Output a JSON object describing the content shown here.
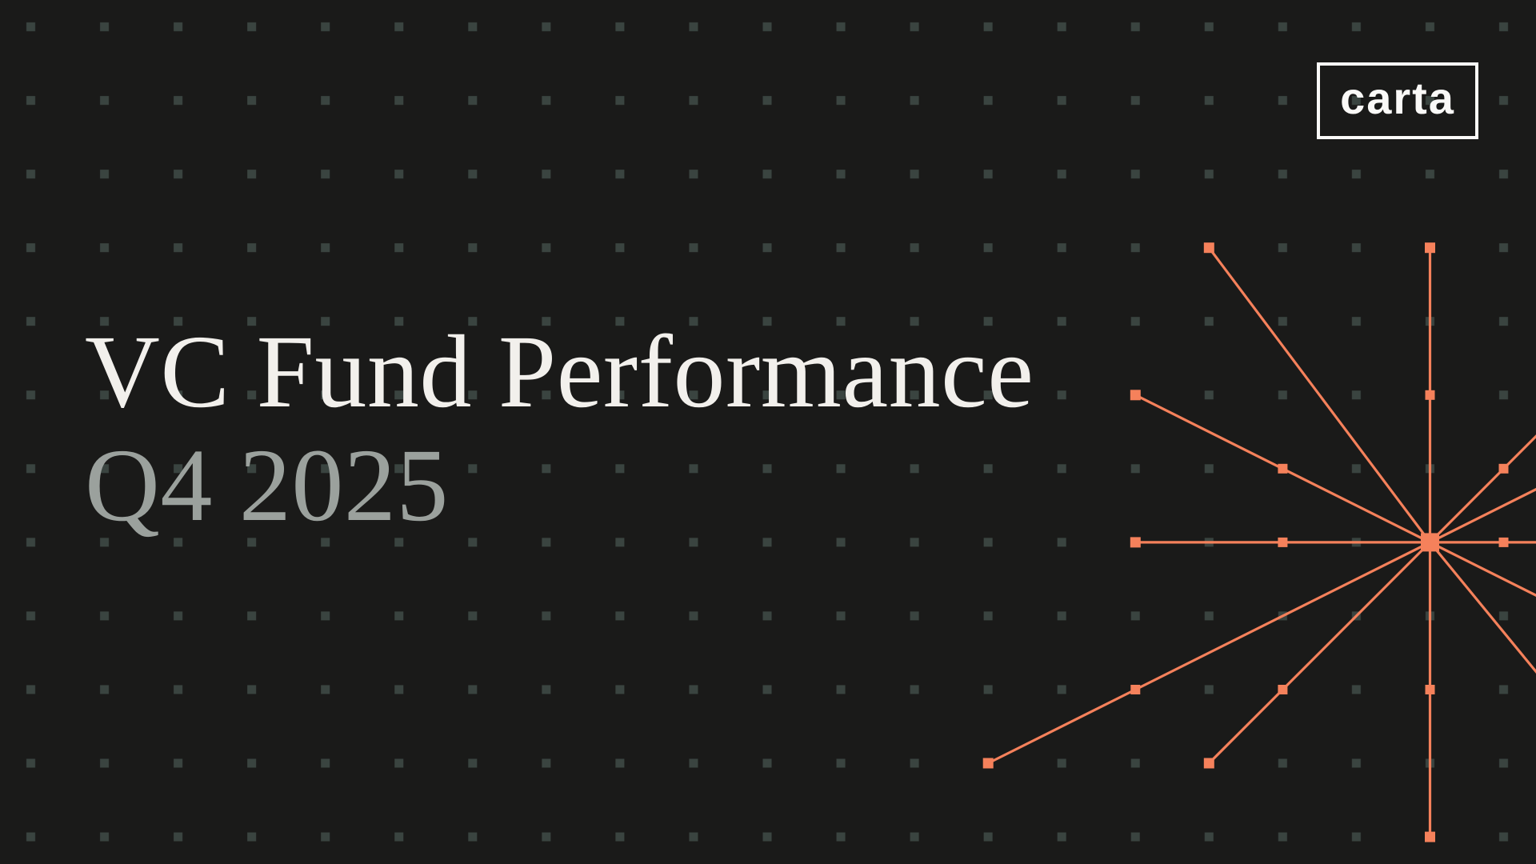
{
  "theme": {
    "background": "#1A1A19",
    "grid_dot": "#3A4440",
    "accent_orange": "#F5815B",
    "title_white": "#F2F0EC",
    "subtitle_gray": "#9BA19D",
    "logo_white": "#FAF9F7"
  },
  "brand": {
    "logo_text": "carta"
  },
  "hero": {
    "title": "VC Fund Performance",
    "subtitle": "Q4 2025"
  }
}
